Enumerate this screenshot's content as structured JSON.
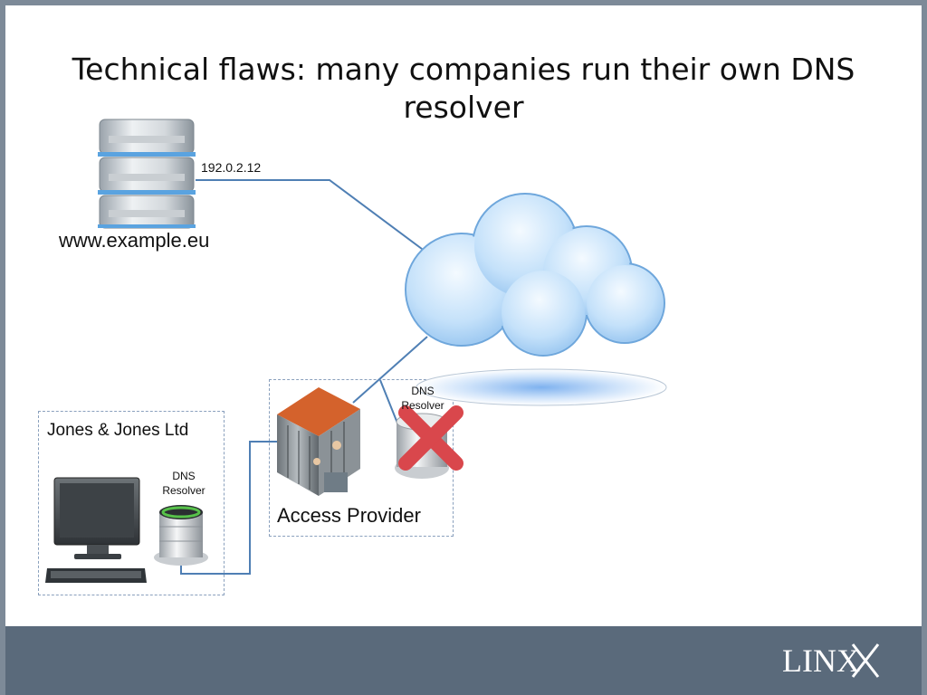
{
  "slide": {
    "title": "Technical flaws: many companies run their own DNS resolver"
  },
  "nodes": {
    "web_server": {
      "label": "www.example.eu",
      "ip": "192.0.2.12"
    },
    "company": {
      "label": "Jones & Jones Ltd"
    },
    "local_resolver": {
      "label": "DNS Resolver"
    },
    "access_provider": {
      "label": "Access Provider"
    },
    "provider_resolver": {
      "label": "DNS Resolver",
      "status": "disabled"
    }
  },
  "footer": {
    "logo": "LINX"
  },
  "colors": {
    "footer_bg": "#5a6a7b",
    "link_line": "#4f7fb4",
    "cross_red": "#d9474c",
    "cloud_blue": "#a9d1f5"
  }
}
